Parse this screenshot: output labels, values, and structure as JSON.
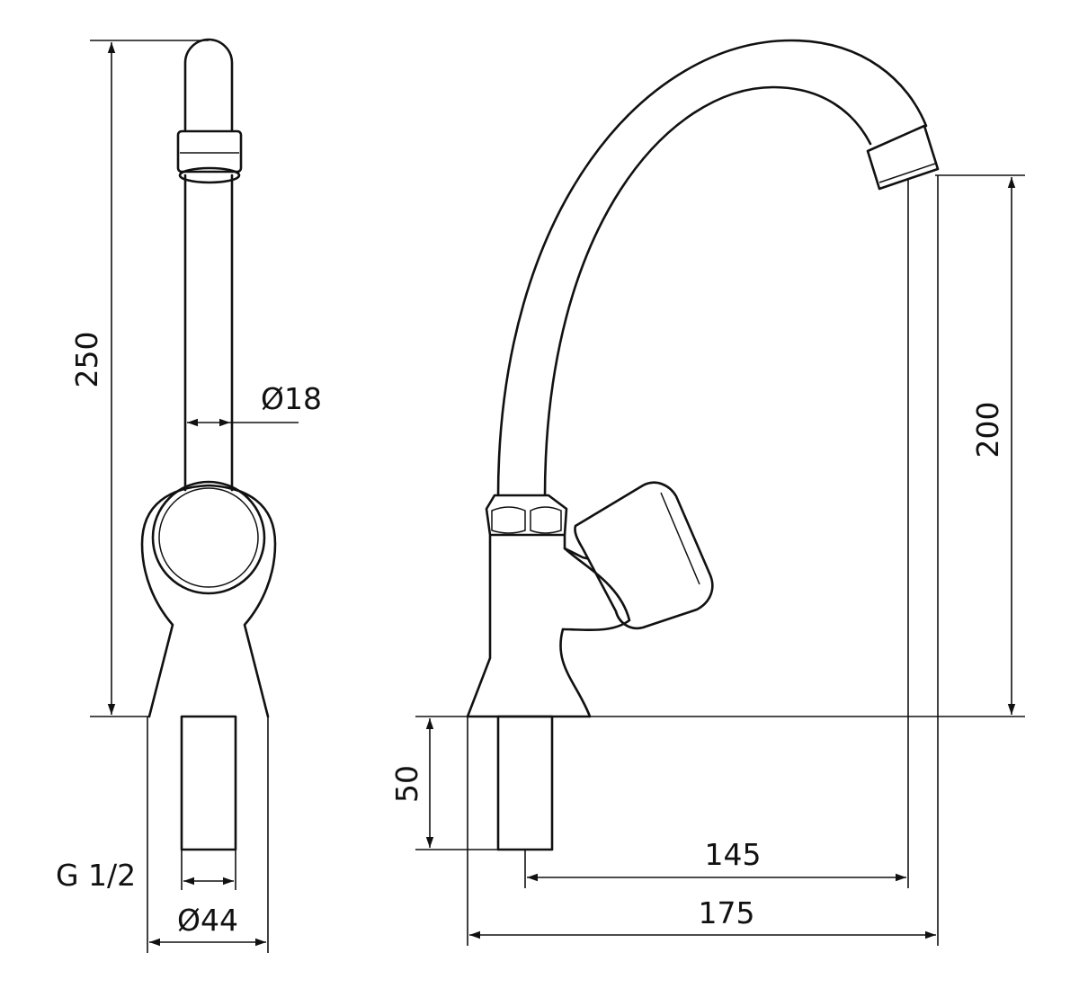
{
  "dimensions": {
    "total_height": "250",
    "pipe_diameter": "Ø18",
    "thread": "G 1/2",
    "base_diameter": "Ø44",
    "spout_height": "200",
    "shank_length": "50",
    "spout_reach": "145",
    "overall_width": "175"
  }
}
